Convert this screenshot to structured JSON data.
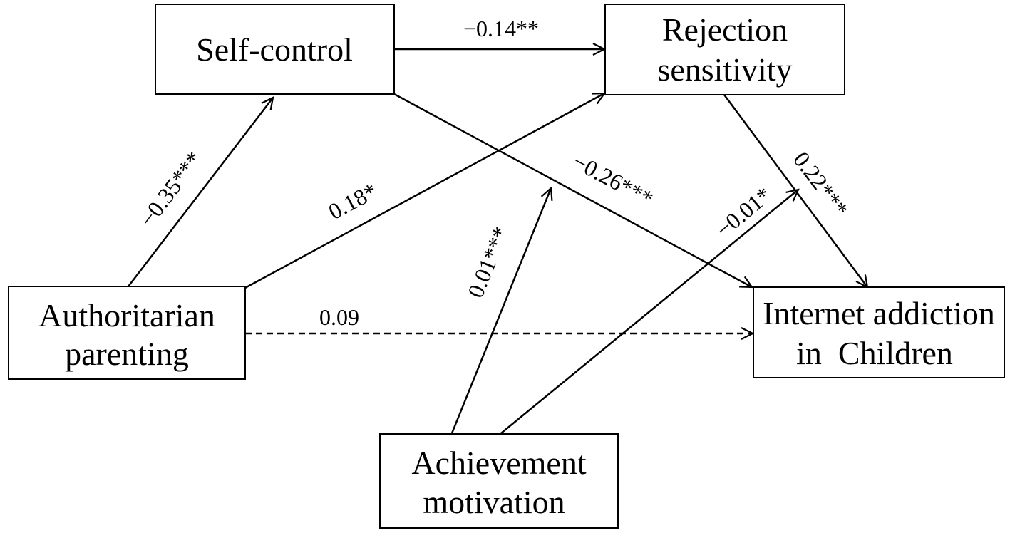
{
  "nodes": {
    "self_control": {
      "lines": [
        "Self-control"
      ]
    },
    "rejection_sensitivity": {
      "lines": [
        "Rejection",
        "sensitivity"
      ]
    },
    "authoritarian_parenting": {
      "lines": [
        "Authoritarian",
        "parenting"
      ]
    },
    "internet_addiction": {
      "lines": [
        "Internet addiction",
        "in  Children"
      ]
    },
    "achievement_motivation": {
      "lines": [
        "Achievement",
        "motivation"
      ]
    }
  },
  "paths": {
    "self_control_to_rejection": {
      "coefficient": "−0.14**"
    },
    "parenting_to_self_control": {
      "coefficient": "−0.35***"
    },
    "parenting_to_rejection": {
      "coefficient": "0.18*"
    },
    "self_control_to_addiction": {
      "coefficient": "−0.26***"
    },
    "rejection_to_addiction": {
      "coefficient": "0.22***"
    },
    "parenting_to_addiction": {
      "coefficient": "0.09",
      "style": "dashed"
    },
    "achievement_moderation_a": {
      "coefficient": "0.01***"
    },
    "achievement_moderation_b": {
      "coefficient": "−0.01*"
    }
  }
}
